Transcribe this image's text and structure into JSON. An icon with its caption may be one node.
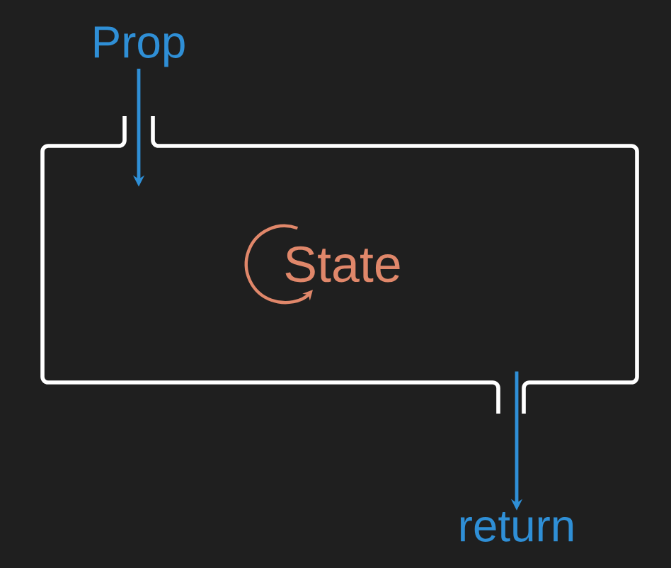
{
  "diagram": {
    "nodes": [
      {
        "text": [
          "Prop"
        ]
      },
      {
        "text": [],
        "shape": "box"
      },
      {
        "text": [
          "State"
        ],
        "in": 1
      },
      {
        "text": [
          "return"
        ]
      }
    ],
    "edges": [
      {
        "from": 0,
        "to": 1,
        "arrow": "to"
      },
      {
        "from": 1,
        "to": 3,
        "arrow": "to"
      },
      {
        "from": 2,
        "to": 2,
        "arrow": "to",
        "color": "#e0876a"
      }
    ]
  }
}
